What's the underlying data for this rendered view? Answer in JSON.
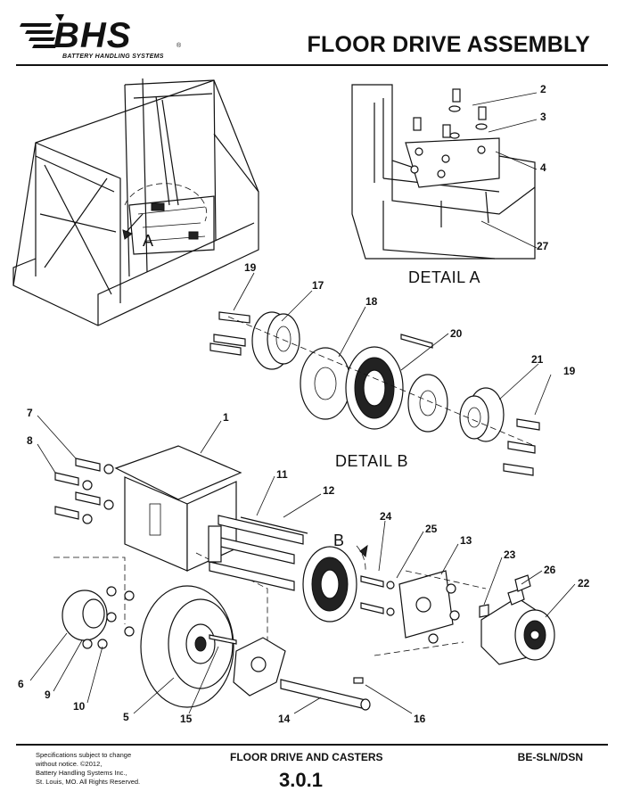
{
  "header": {
    "logo_text": "BHS",
    "logo_registered": "®",
    "logo_tagline": "BATTERY HANDLING SYSTEMS",
    "title": "FLOOR DRIVE ASSEMBLY"
  },
  "detail_labels": {
    "a_marker": "A",
    "b_marker": "B",
    "detail_a": "DETAIL  A",
    "detail_b": "DETAIL B"
  },
  "callouts": {
    "p1": "1",
    "p2": "2",
    "p3": "3",
    "p4": "4",
    "p5": "5",
    "p6": "6",
    "p7": "7",
    "p8": "8",
    "p9": "9",
    "p10": "10",
    "p11": "11",
    "p12": "12",
    "p13": "13",
    "p14": "14",
    "p15": "15",
    "p16": "16",
    "p17": "17",
    "p18": "18",
    "p19a": "19",
    "p19b": "19",
    "p20": "20",
    "p21": "21",
    "p22": "22",
    "p23": "23",
    "p24": "24",
    "p25": "25",
    "p26": "26",
    "p27": "27"
  },
  "footer": {
    "note_lines": [
      "Specifications subject to change",
      "without notice. ©2012,",
      "Battery Handling Systems Inc.,",
      "St. Louis, MO. All Rights Reserved."
    ],
    "section": "FLOOR DRIVE AND CASTERS",
    "page_number": "3.0.1",
    "model": "BE-SLN/DSN"
  }
}
